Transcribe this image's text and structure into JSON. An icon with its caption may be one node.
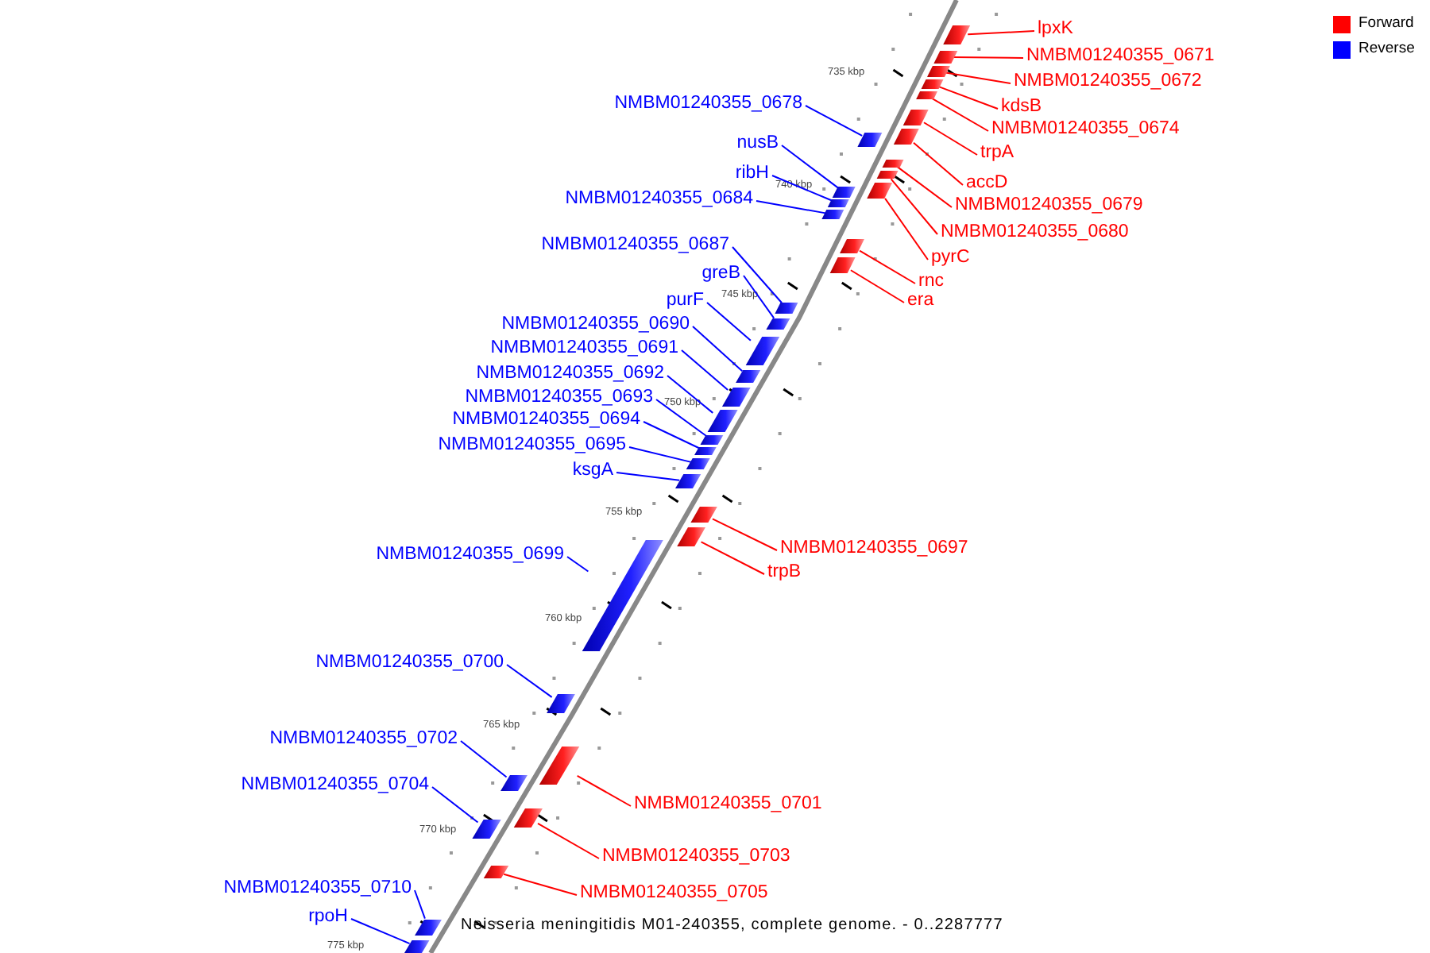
{
  "diagram": {
    "caption": "Neisseria meningitidis M01-240355, complete genome. - 0..2287777",
    "nodes": [
      {
        "text": [
          "lpxK"
        ]
      },
      {
        "text": [],
        "shape": "box"
      },
      {
        "text": [
          "NMBM01240355_0671"
        ]
      },
      {
        "text": [],
        "shape": "box"
      },
      {
        "text": [
          "NMBM01240355_0672"
        ]
      },
      {
        "text": [],
        "shape": "box"
      },
      {
        "text": [
          "NMBM01240355_0678"
        ]
      },
      {
        "text": [],
        "shape": "box"
      },
      {
        "text": [
          "kdsB"
        ]
      },
      {
        "text": [],
        "shape": "box"
      },
      {
        "text": [
          "NMBM01240355_0674"
        ]
      },
      {
        "text": [],
        "shape": "box"
      },
      {
        "text": [
          "nusB"
        ]
      },
      {
        "text": [],
        "shape": "box"
      },
      {
        "text": [
          "trpA"
        ]
      },
      {
        "text": [],
        "shape": "box"
      },
      {
        "text": [
          "ribH"
        ]
      },
      {
        "text": [],
        "shape": "box"
      },
      {
        "text": [
          "accD"
        ]
      },
      {
        "text": [],
        "shape": "box"
      },
      {
        "text": [
          "NMBM01240355_0684"
        ]
      },
      {
        "text": [],
        "shape": "box"
      },
      {
        "text": [
          "NMBM01240355_0679"
        ]
      },
      {
        "text": [],
        "shape": "box"
      },
      {
        "text": [
          "NMBM01240355_0680"
        ]
      },
      {
        "text": [],
        "shape": "box"
      },
      {
        "text": [
          "NMBM01240355_0687"
        ]
      },
      {
        "text": [],
        "shape": "box"
      },
      {
        "text": [
          "pyrC"
        ]
      },
      {
        "text": [],
        "shape": "box"
      },
      {
        "text": [
          "greB"
        ]
      },
      {
        "text": [],
        "shape": "box"
      },
      {
        "text": [
          "rnc"
        ]
      },
      {
        "text": [],
        "shape": "box"
      },
      {
        "text": [
          "purF"
        ]
      },
      {
        "text": [],
        "shape": "box"
      },
      {
        "text": [
          "era"
        ]
      },
      {
        "text": [],
        "shape": "box"
      },
      {
        "text": [
          "NMBM01240355_0690"
        ]
      },
      {
        "text": [],
        "shape": "box"
      },
      {
        "text": [
          "NMBM01240355_0691"
        ]
      },
      {
        "text": [],
        "shape": "box"
      },
      {
        "text": [
          "NMBM01240355_0692"
        ]
      },
      {
        "text": [],
        "shape": "box"
      },
      {
        "text": [
          "NMBM01240355_0693"
        ]
      },
      {
        "text": [],
        "shape": "box"
      },
      {
        "text": [
          "NMBM01240355_0694"
        ]
      },
      {
        "text": [],
        "shape": "box"
      },
      {
        "text": [
          "NMBM01240355_0695"
        ]
      },
      {
        "text": [],
        "shape": "box"
      },
      {
        "text": [
          "ksgA"
        ]
      },
      {
        "text": [],
        "shape": "box"
      },
      {
        "text": [
          "NMBM01240355_0697"
        ]
      },
      {
        "text": [],
        "shape": "box"
      },
      {
        "text": [
          "NMBM01240355_0699"
        ]
      },
      {
        "text": [],
        "shape": "box"
      },
      {
        "text": [
          "trpB"
        ]
      },
      {
        "text": [],
        "shape": "box"
      },
      {
        "text": [
          "NMBM01240355_0700"
        ]
      },
      {
        "text": [],
        "shape": "box"
      },
      {
        "text": [
          "NMBM01240355_0702"
        ]
      },
      {
        "text": [],
        "shape": "box"
      },
      {
        "text": [
          "NMBM01240355_0704"
        ]
      },
      {
        "text": [],
        "shape": "box"
      },
      {
        "text": [
          "NMBM01240355_0701"
        ]
      },
      {
        "text": [],
        "shape": "box"
      },
      {
        "text": [
          "NMBM01240355_0703"
        ]
      },
      {
        "text": [],
        "shape": "box"
      },
      {
        "text": [
          "NMBM01240355_0710"
        ]
      },
      {
        "text": [],
        "shape": "box"
      },
      {
        "text": [
          "NMBM01240355_0705"
        ]
      },
      {
        "text": [],
        "shape": "box"
      },
      {
        "text": [
          "rpoH"
        ]
      },
      {
        "text": [],
        "shape": "box"
      }
    ],
    "edges": [
      {
        "from": 0,
        "to": 1,
        "arrow": "none",
        "color": "#ff0000"
      },
      {
        "from": 2,
        "to": 3,
        "arrow": "none",
        "color": "#ff0000"
      },
      {
        "from": 4,
        "to": 5,
        "arrow": "none",
        "color": "#ff0000"
      },
      {
        "from": 6,
        "to": 7,
        "arrow": "none"
      },
      {
        "from": 8,
        "to": 9,
        "arrow": "none",
        "color": "#ff0000"
      },
      {
        "from": 10,
        "to": 11,
        "arrow": "none",
        "color": "#ff0000"
      },
      {
        "from": 12,
        "to": 13,
        "arrow": "none"
      },
      {
        "from": 14,
        "to": 15,
        "arrow": "none",
        "color": "#ff0000"
      },
      {
        "from": 16,
        "to": 17,
        "arrow": "none"
      },
      {
        "from": 18,
        "to": 19,
        "arrow": "none",
        "color": "#ff0000"
      },
      {
        "from": 20,
        "to": 21,
        "arrow": "none"
      },
      {
        "from": 22,
        "to": 23,
        "arrow": "none",
        "color": "#ff0000"
      },
      {
        "from": 24,
        "to": 25,
        "arrow": "none",
        "color": "#ff0000"
      },
      {
        "from": 26,
        "to": 27,
        "arrow": "none"
      },
      {
        "from": 28,
        "to": 29,
        "arrow": "none",
        "color": "#ff0000"
      },
      {
        "from": 30,
        "to": 31,
        "arrow": "none"
      },
      {
        "from": 32,
        "to": 33,
        "arrow": "none",
        "color": "#ff0000"
      },
      {
        "from": 34,
        "to": 35,
        "arrow": "none"
      },
      {
        "from": 36,
        "to": 37,
        "arrow": "none",
        "color": "#ff0000"
      },
      {
        "from": 38,
        "to": 39,
        "arrow": "none"
      },
      {
        "from": 40,
        "to": 41,
        "arrow": "none"
      },
      {
        "from": 42,
        "to": 43,
        "arrow": "none"
      },
      {
        "from": 44,
        "to": 45,
        "arrow": "none"
      },
      {
        "from": 46,
        "to": 47,
        "arrow": "none"
      },
      {
        "from": 48,
        "to": 49,
        "arrow": "none"
      },
      {
        "from": 50,
        "to": 51,
        "arrow": "none"
      },
      {
        "from": 52,
        "to": 53,
        "arrow": "none",
        "color": "#ff0000"
      },
      {
        "from": 54,
        "to": 55,
        "arrow": "none"
      },
      {
        "from": 56,
        "to": 57,
        "arrow": "none",
        "color": "#ff0000"
      },
      {
        "from": 58,
        "to": 59,
        "arrow": "none"
      },
      {
        "from": 60,
        "to": 61,
        "arrow": "none"
      },
      {
        "from": 62,
        "to": 63,
        "arrow": "none"
      },
      {
        "from": 64,
        "to": 65,
        "arrow": "none",
        "color": "#ff0000"
      },
      {
        "from": 66,
        "to": 67,
        "arrow": "none",
        "color": "#ff0000"
      },
      {
        "from": 68,
        "to": 69,
        "arrow": "none"
      },
      {
        "from": 70,
        "to": 71,
        "arrow": "none",
        "color": "#ff0000"
      },
      {
        "from": 72,
        "to": 73,
        "arrow": "none"
      }
    ],
    "labels": [
      "735 kbp",
      "740 kbp",
      "745 kbp",
      "750 kbp",
      "755 kbp",
      "760 kbp",
      "765 kbp",
      "770 kbp",
      "775 kbp"
    ],
    "legend": [
      {
        "text": "Forward",
        "color": "#ff0000"
      },
      {
        "text": "Reverse",
        "color": "#0000ff"
      }
    ]
  }
}
